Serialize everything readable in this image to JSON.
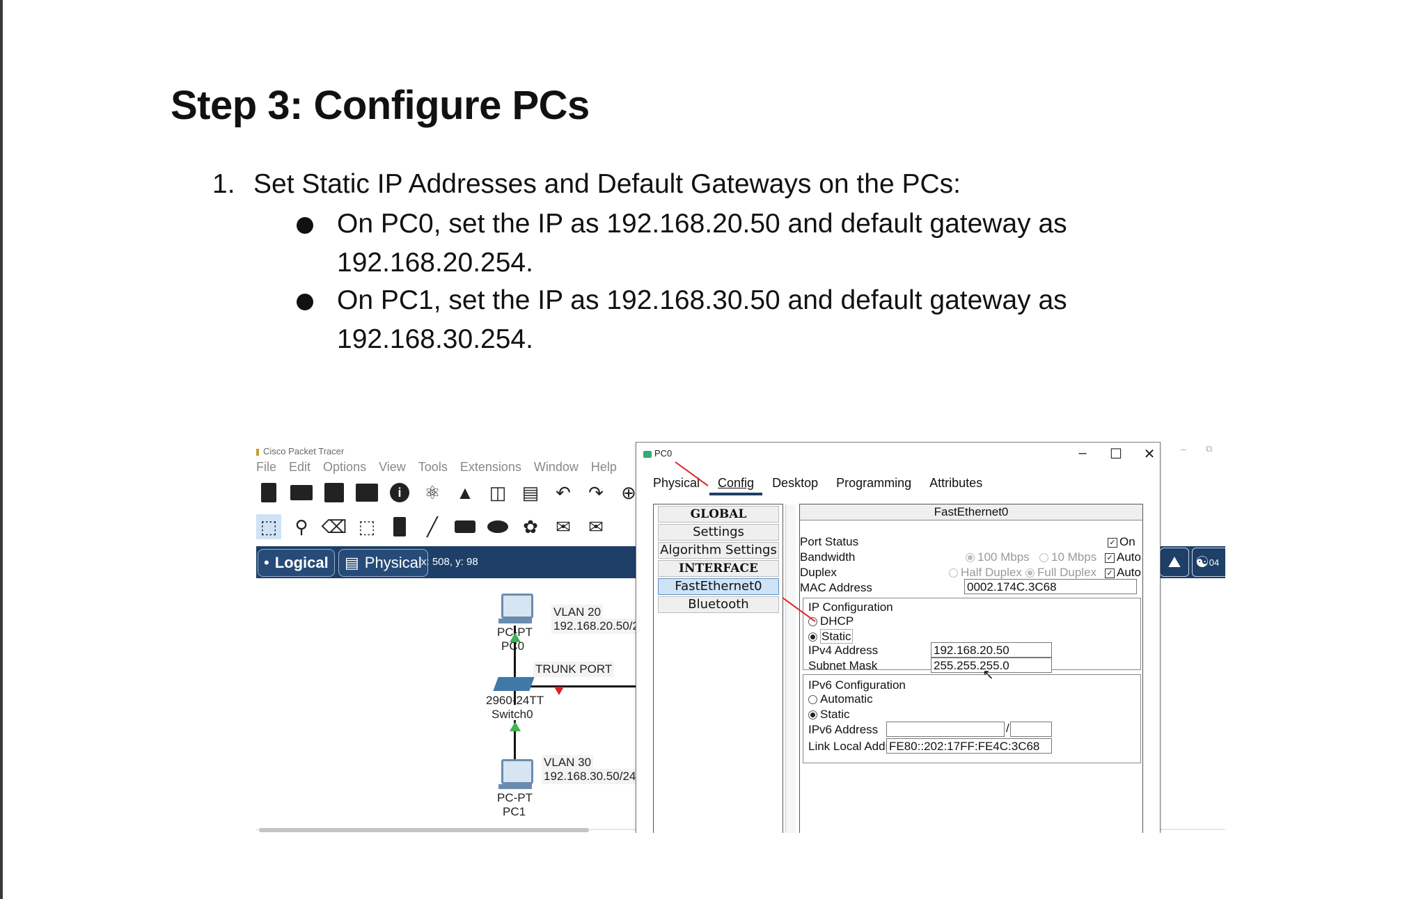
{
  "document": {
    "heading": "Step 3: Configure PCs",
    "step_number": "1.",
    "step_text": "Set Static IP Addresses and Default Gateways on the PCs:",
    "bullets": [
      {
        "line1": "On PC0, set the IP as 192.168.20.50 and default gateway as",
        "line2": "192.168.20.254."
      },
      {
        "line1": "On PC1, set the IP as 192.168.30.50 and default gateway as",
        "line2": "192.168.30.254."
      }
    ]
  },
  "packet_tracer": {
    "app_title": "Cisco Packet Tracer",
    "menu": [
      "File",
      "Edit",
      "Options",
      "View",
      "Tools",
      "Extensions",
      "Window",
      "Help"
    ],
    "nav": {
      "logical": "Logical",
      "physical": "Physical",
      "coords": "x: 508, y: 98",
      "right_partial": "04"
    },
    "topology": {
      "pc0_vlan": "VLAN 20",
      "pc0_ip": "192.168.20.50/2",
      "pc0_type": "PC-PT",
      "pc0_name": "PC0",
      "trunk": "TRUNK PORT",
      "switch_model": "2960-24TT",
      "switch_name": "Switch0",
      "pc1_vlan": "VLAN 30",
      "pc1_ip": "192.168.30.50/24",
      "pc1_type": "PC-PT",
      "pc1_name": "PC1"
    }
  },
  "dialog": {
    "title": "PC0",
    "tabs": [
      "Physical",
      "Config",
      "Desktop",
      "Programming",
      "Attributes"
    ],
    "active_tab": "Config",
    "sidebar": {
      "global": "GLOBAL",
      "settings": "Settings",
      "algorithm": "Algorithm Settings",
      "interface": "INTERFACE",
      "fastethernet": "FastEthernet0",
      "bluetooth": "Bluetooth"
    },
    "panel_title": "FastEthernet0",
    "port_status_label": "Port Status",
    "port_status_on": "On",
    "bandwidth_label": "Bandwidth",
    "bw_100": "100 Mbps",
    "bw_10": "10 Mbps",
    "bw_auto": "Auto",
    "duplex_label": "Duplex",
    "half_duplex": "Half Duplex",
    "full_duplex": "Full Duplex",
    "duplex_auto": "Auto",
    "mac_label": "MAC Address",
    "mac_value": "0002.174C.3C68",
    "ip_config_label": "IP Configuration",
    "dhcp": "DHCP",
    "static": "Static",
    "ipv4_label": "IPv4 Address",
    "ipv4_value": "192.168.20.50",
    "subnet_label": "Subnet Mask",
    "subnet_value": "255.255.255.0",
    "ipv6_config_label": "IPv6 Configuration",
    "automatic": "Automatic",
    "static6": "Static",
    "ipv6_label": "IPv6 Address",
    "ipv6_value": "",
    "ipv6_prefix": "",
    "link_local_label": "Link Local Address:",
    "link_local_value": "FE80::202:17FF:FE4C:3C68"
  },
  "colors": {
    "nav_band": "#1d3f68",
    "arrow_red": "#d22222",
    "selected_blue": "#cfe3f7"
  }
}
